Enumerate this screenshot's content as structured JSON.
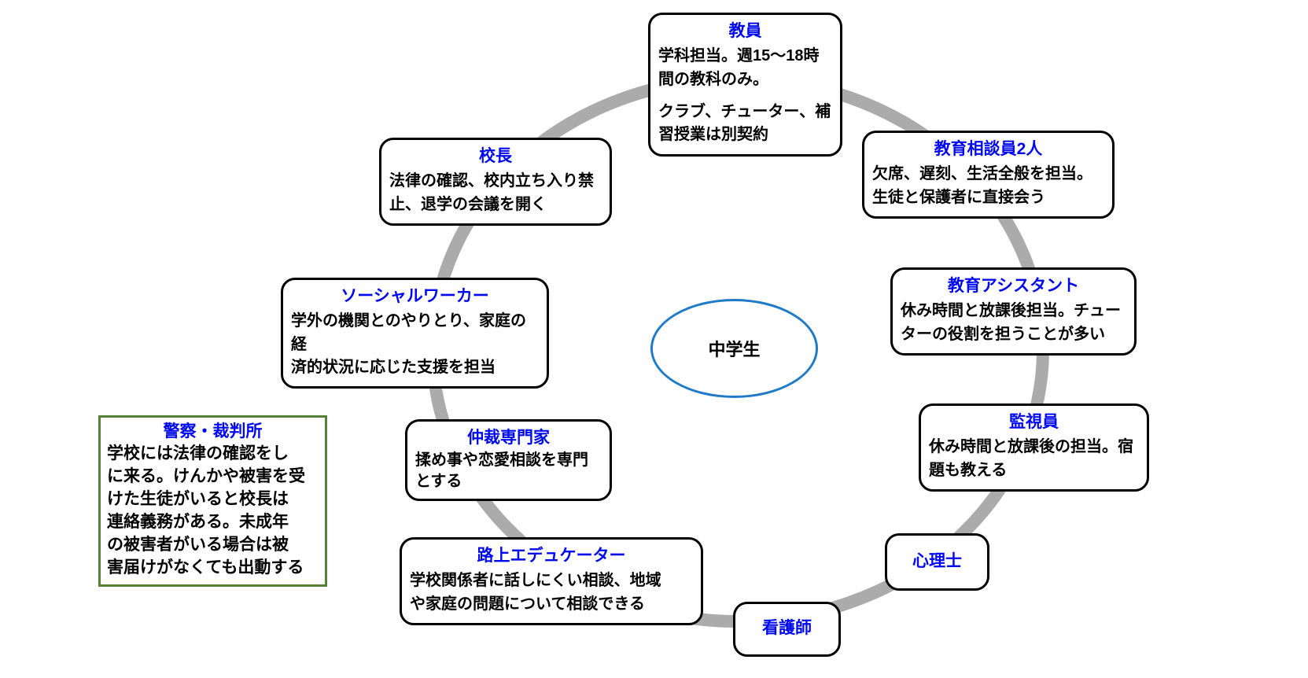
{
  "diagram": {
    "colors": {
      "box_border": "#000000",
      "title_text": "#0008ee",
      "body_text": "#000000",
      "ring": "#ababab",
      "center_ellipse_border": "#1f7ac8",
      "police_box_border": "#538135",
      "background": "#ffffff"
    },
    "center": {
      "label": "中学生"
    },
    "boxes": {
      "teacher": {
        "title": "教員",
        "body1": "学科担当。週15〜18時\n間の教科のみ。",
        "body2": "クラブ、チューター、補\n習授業は別契約"
      },
      "counselors": {
        "title": "教育相談員2人",
        "body": "欠席、遅刻、生活全般を担当。\n生徒と保護者に直接会う"
      },
      "assistant": {
        "title": "教育アシスタント",
        "body": "休み時間と放課後担当。チュー\nターの役割を担うことが多い"
      },
      "monitor": {
        "title": "監視員",
        "body": "休み時間と放課後の担当。宿\n題も教える"
      },
      "psychologist": {
        "title": "心理士"
      },
      "nurse": {
        "title": "看護師"
      },
      "street_educator": {
        "title": "路上エデュケーター",
        "body": "学校関係者に話しにくい相談、地域\nや家庭の問題について相談できる"
      },
      "mediator": {
        "title": "仲裁専門家",
        "body": "揉め事や恋愛相談を専門\nとする"
      },
      "social_worker": {
        "title": "ソーシャルワーカー",
        "body": "学外の機関とのやりとり、家庭の経\n済的状況に応じた支援を担当"
      },
      "principal": {
        "title": "校長",
        "body": "法律の確認、校内立ち入り禁\n止、退学の会議を開く"
      },
      "police_court": {
        "title": "警察・裁判所",
        "body": "学校には法律の確認をし\nに来る。けんかや被害を受\nけた生徒がいると校長は\n連絡義務がある。未成年\nの被害者がいる場合は被\n害届けがなくても出動する"
      }
    }
  }
}
